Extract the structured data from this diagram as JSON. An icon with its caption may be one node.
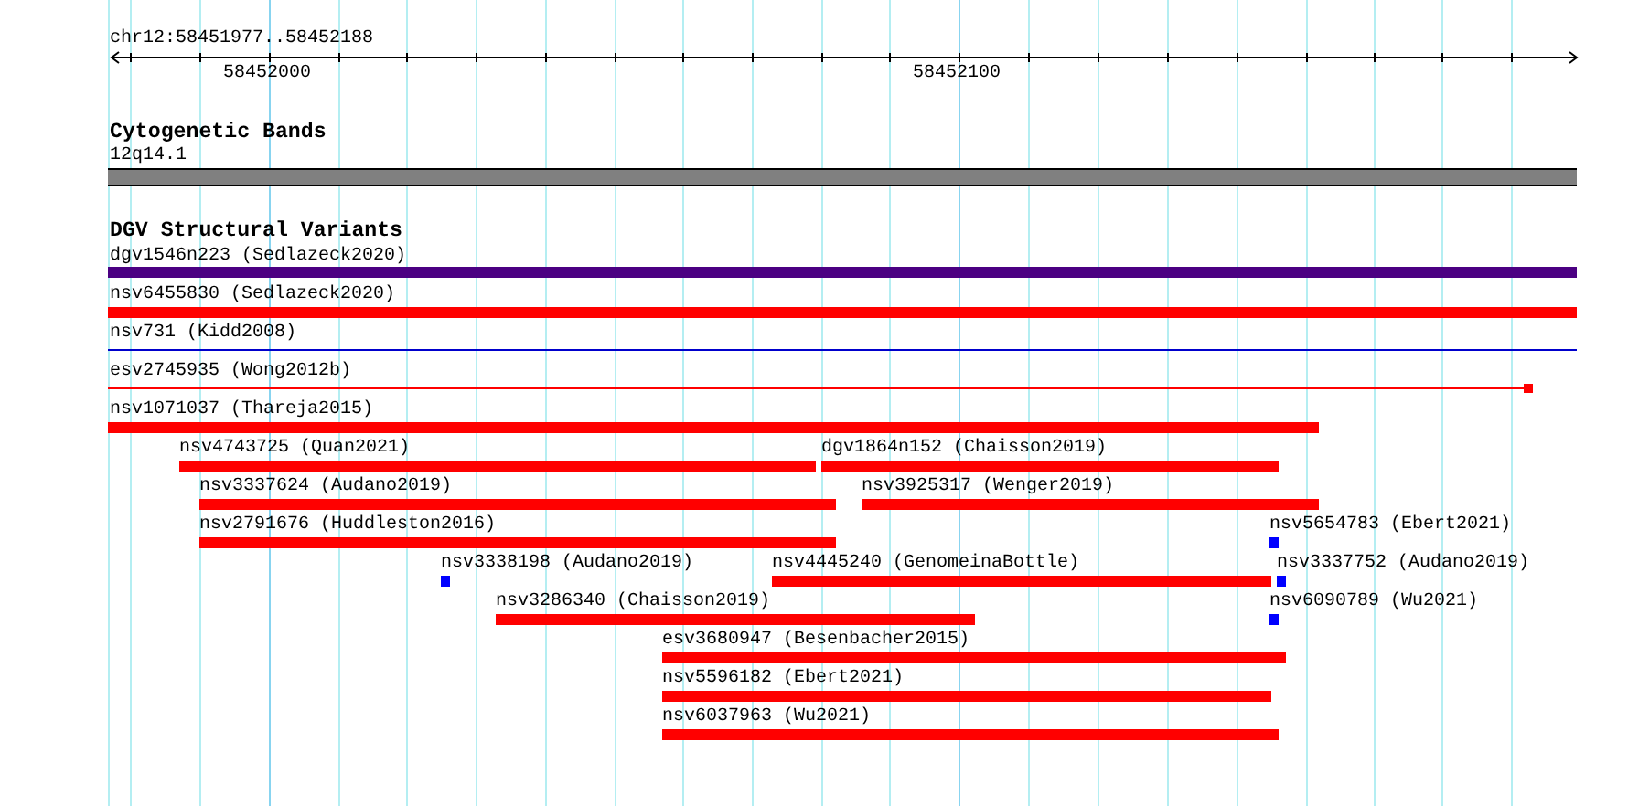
{
  "diagram": {
    "labels": [
      "chr12:58451977..58452188",
      "58452000",
      "58452100",
      "Cytogenetic Bands",
      "12q14.1",
      "DGV Structural Variants",
      "dgv1546n223 (Sedlazeck2020)",
      "nsv6455830 (Sedlazeck2020)",
      "nsv731 (Kidd2008)",
      "esv2745935 (Wong2012b)",
      "nsv1071037 (Thareja2015)",
      "nsv4743725 (Quan2021)",
      "dgv1864n152 (Chaisson2019)",
      "nsv3337624 (Audano2019)",
      "nsv3925317 (Wenger2019)",
      "nsv2791676 (Huddleston2016)",
      "nsv5654783 (Ebert2021)",
      "nsv3338198 (Audano2019)",
      "nsv4445240 (GenomeinaBottle)",
      "nsv3337752 (Audano2019)",
      "nsv3286340 (Chaisson2019)",
      "nsv6090789 (Wu2021)",
      "esv3680947 (Besenbacher2015)",
      "nsv5596182 (Ebert2021)",
      "nsv6037963 (Wu2021)"
    ]
  }
}
